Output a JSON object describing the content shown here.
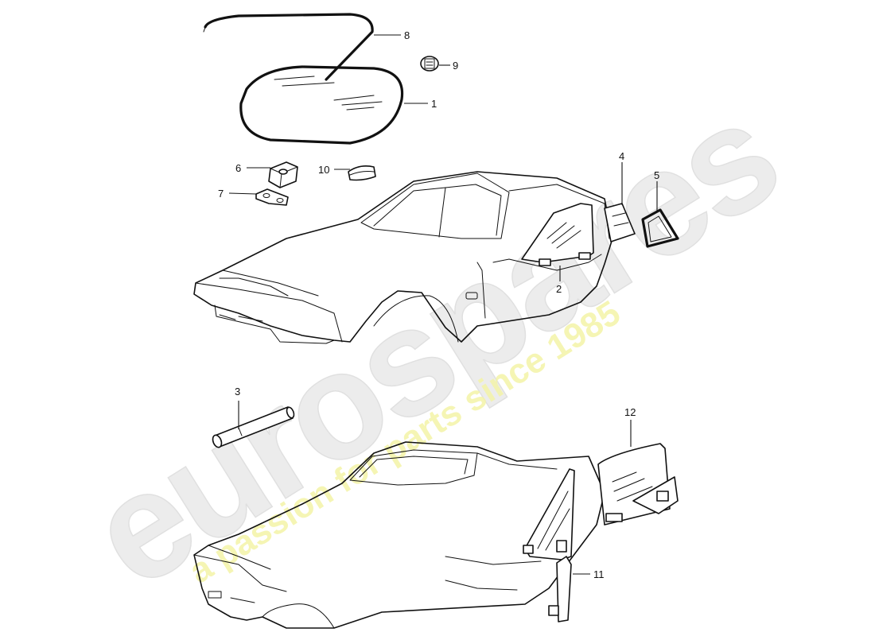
{
  "watermark": {
    "brand": "eurospares",
    "tagline": "a passion for parts since 1985"
  },
  "callouts": [
    {
      "id": "1",
      "label": "1"
    },
    {
      "id": "2",
      "label": "2"
    },
    {
      "id": "3",
      "label": "3"
    },
    {
      "id": "4",
      "label": "4"
    },
    {
      "id": "5",
      "label": "5"
    },
    {
      "id": "6",
      "label": "6"
    },
    {
      "id": "7",
      "label": "7"
    },
    {
      "id": "8",
      "label": "8"
    },
    {
      "id": "9",
      "label": "9"
    },
    {
      "id": "10",
      "label": "10"
    },
    {
      "id": "11",
      "label": "11"
    },
    {
      "id": "12",
      "label": "12"
    }
  ]
}
